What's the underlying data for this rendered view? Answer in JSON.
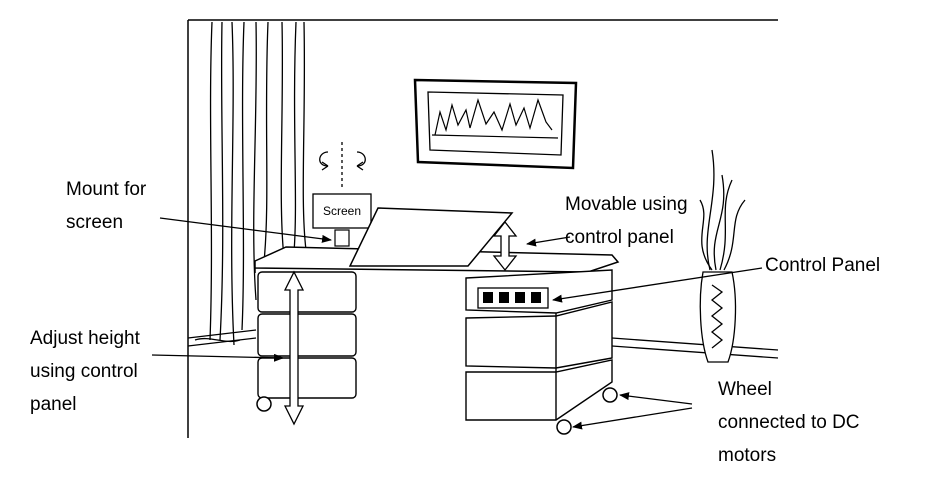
{
  "screen_text": "Screen",
  "labels": {
    "mount": [
      "Mount for",
      "screen"
    ],
    "adjust": [
      "Adjust height",
      "using control",
      "panel"
    ],
    "movable": [
      "Movable using",
      "control panel"
    ],
    "control_panel": [
      "Control Panel"
    ],
    "wheel": [
      "Wheel",
      "connected to DC",
      "motors"
    ]
  },
  "colors": {
    "line": "#000000",
    "background": "#ffffff"
  }
}
